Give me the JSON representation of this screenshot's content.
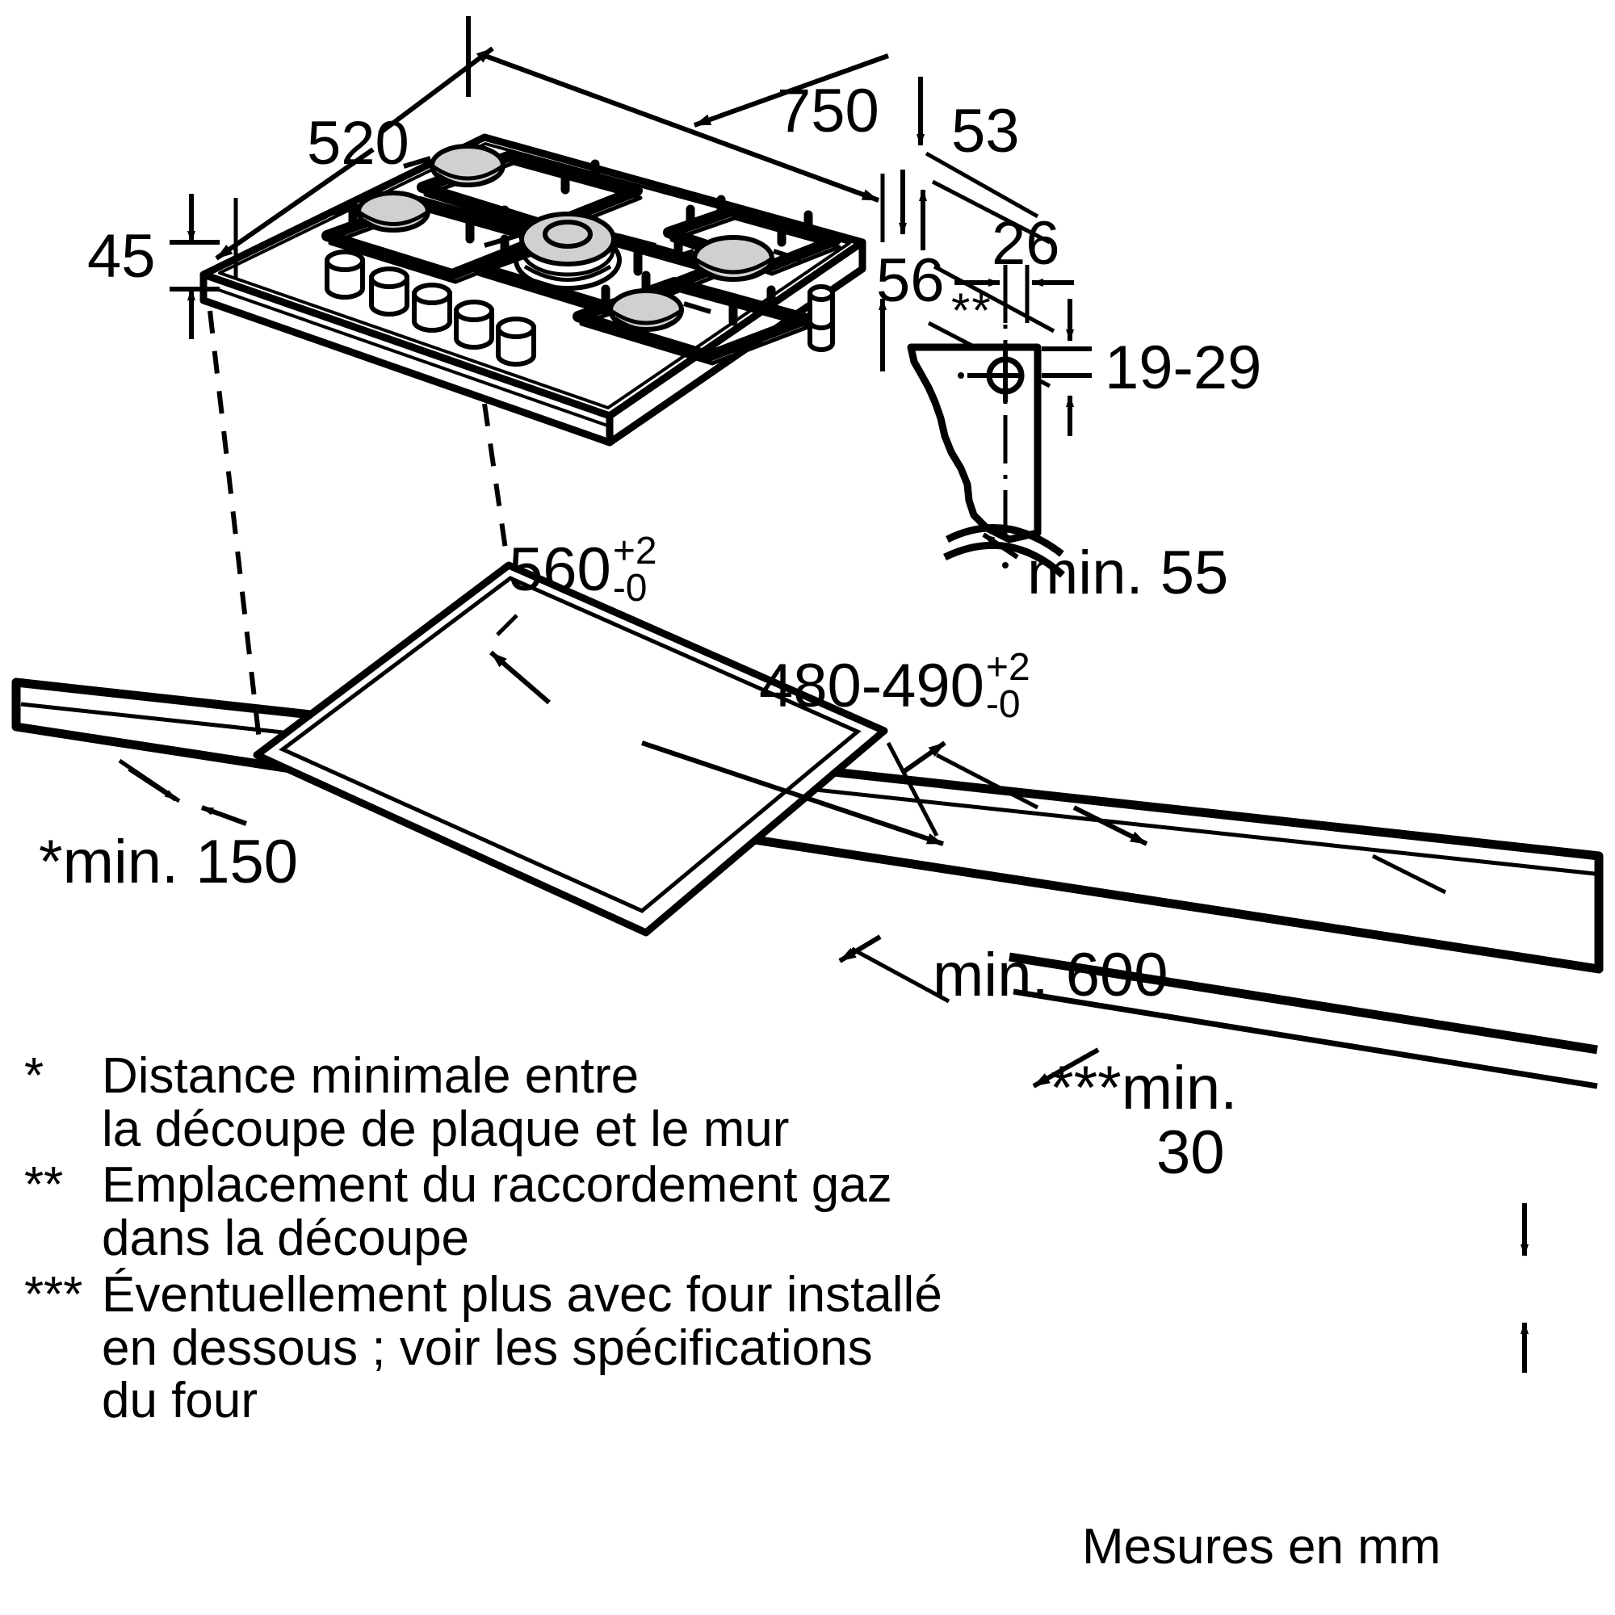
{
  "diagram": {
    "title": "Gas hob installation dimension drawing",
    "unit_note": "Mesures en mm",
    "line_color": "#000000",
    "fill_white": "#ffffff",
    "burner_cap_color": "#d0d0d0"
  },
  "dimensions": {
    "hob_depth": "520",
    "hob_width": "750",
    "hob_front_height": "45",
    "hob_rim_53": "53",
    "hob_body_56": "56",
    "gas_offset_26": "26",
    "gas_height_range": "19-29",
    "gas_marker": "**",
    "cutout_width": "560",
    "cutout_width_tol_plus": "+2",
    "cutout_width_tol_minus": "-0",
    "cutout_depth": "480-490",
    "cutout_depth_tol_plus": "+2",
    "cutout_depth_tol_minus": "-0",
    "wall_distance": "*min. 150",
    "min_55": "min. 55",
    "min_600": "min. 600",
    "min_30_mark": "***min.",
    "min_30_value": "30"
  },
  "notes": [
    {
      "mark": "*",
      "lines": [
        "Distance minimale entre",
        "la découpe de plaque et le mur"
      ]
    },
    {
      "mark": "**",
      "lines": [
        "Emplacement du raccordement gaz",
        "dans la découpe"
      ]
    },
    {
      "mark": "***",
      "lines": [
        "Éventuellement plus avec four installé",
        "en dessous ; voir les spécifications",
        "du four"
      ]
    }
  ]
}
